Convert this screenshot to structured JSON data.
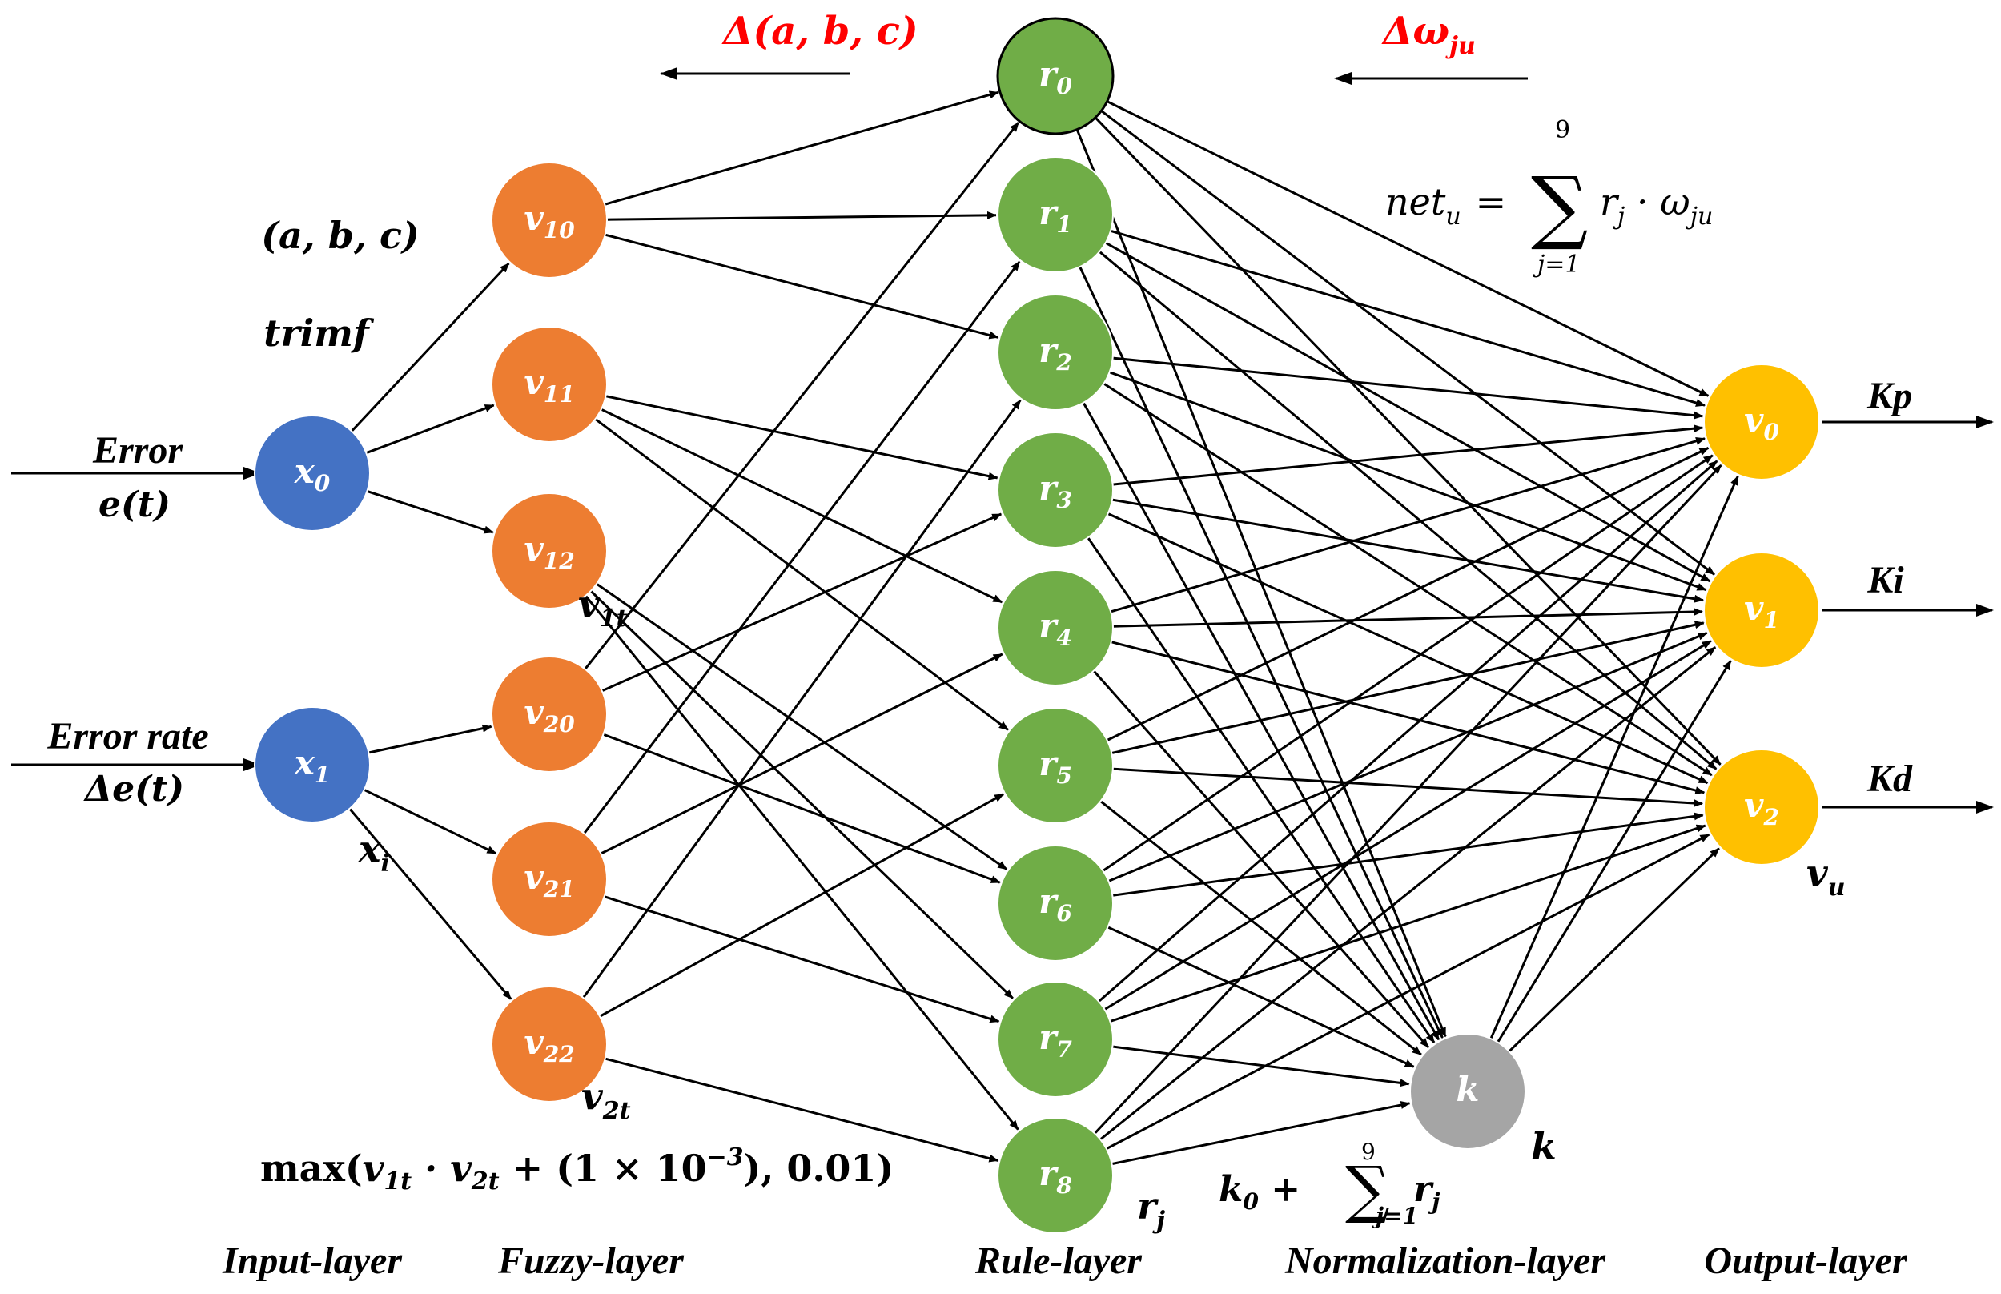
{
  "colors": {
    "input": "#4472C4",
    "fuzzy": "#ED7D31",
    "rule": "#70AD47",
    "norm": "#A5A5A5",
    "output": "#FFC000",
    "highlight": "#FF0000"
  },
  "inputs": [
    {
      "name": "Error",
      "signal": "e(t)"
    },
    {
      "name": "Error rate",
      "signal": "Δe(t)"
    }
  ],
  "input_nodes": [
    {
      "base": "x",
      "sub": "0"
    },
    {
      "base": "x",
      "sub": "1"
    }
  ],
  "fuzzy_nodes": [
    {
      "base": "v",
      "sub": "10"
    },
    {
      "base": "v",
      "sub": "11"
    },
    {
      "base": "v",
      "sub": "12"
    },
    {
      "base": "v",
      "sub": "20"
    },
    {
      "base": "v",
      "sub": "21"
    },
    {
      "base": "v",
      "sub": "22"
    }
  ],
  "rule_nodes": [
    {
      "base": "r",
      "sub": "0"
    },
    {
      "base": "r",
      "sub": "1"
    },
    {
      "base": "r",
      "sub": "2"
    },
    {
      "base": "r",
      "sub": "3"
    },
    {
      "base": "r",
      "sub": "4"
    },
    {
      "base": "r",
      "sub": "5"
    },
    {
      "base": "r",
      "sub": "6"
    },
    {
      "base": "r",
      "sub": "7"
    },
    {
      "base": "r",
      "sub": "8"
    }
  ],
  "norm_node": {
    "base": "k"
  },
  "output_nodes": [
    {
      "base": "v",
      "sub": "0",
      "gain": "Kp"
    },
    {
      "base": "v",
      "sub": "1",
      "gain": "Ki"
    },
    {
      "base": "v",
      "sub": "2",
      "gain": "Kd"
    }
  ],
  "annotations": {
    "params": "(a, b, c)",
    "mf": "trimf",
    "delta_params": "Δ(a, b, c)",
    "delta_weights_base": "Δω",
    "delta_weights_sub": "ju",
    "x_i_base": "x",
    "x_i_sub": "i",
    "v1t_base": "v",
    "v1t_sub": "1t",
    "v2t_base": "v",
    "v2t_sub": "2t",
    "rj_base": "r",
    "rj_sub": "j",
    "vu_base": "v",
    "vu_sub": "u",
    "k_label": "k",
    "max_formula_prefix": "max(",
    "max_formula_v1": "v",
    "max_formula_v1_sub": "1t",
    "max_formula_dot": " · ",
    "max_formula_v2": "v",
    "max_formula_v2_sub": "2t",
    "max_formula_mid": " + (1 × 10",
    "max_formula_exp": "−3",
    "max_formula_end": "), 0.01)",
    "norm_formula_k0": "k",
    "norm_formula_k0_sub": "0",
    "norm_formula_plus": " + ",
    "norm_sum_upper": "9",
    "norm_sum_lower": "j=1",
    "norm_formula_r": "r",
    "norm_formula_r_sub": "j",
    "net_lhs": "net",
    "net_lhs_sub": "u",
    "net_eq": "=",
    "net_sum_upper": "9",
    "net_sum_lower": "j=1",
    "net_rhs_r": "r",
    "net_rhs_r_sub": "j",
    "net_rhs_dot": " · ω",
    "net_rhs_w_sub": "ju"
  },
  "layers": [
    "Input-layer",
    "Fuzzy-layer",
    "Rule-layer",
    "Normalization-layer",
    "Output-layer"
  ]
}
